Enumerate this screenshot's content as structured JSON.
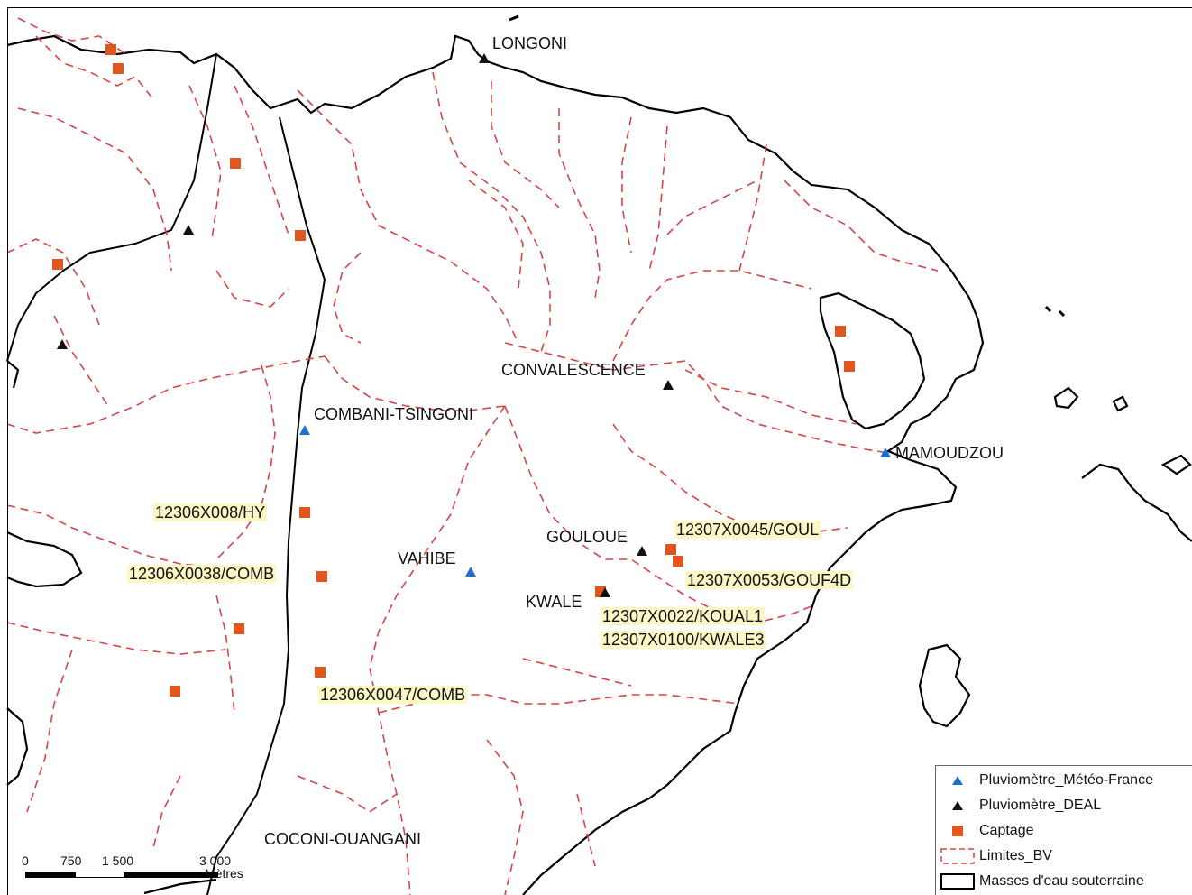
{
  "places": {
    "longoni": "LONGONI",
    "convalescence": "CONVALESCENCE",
    "combani": "COMBANI-TSINGONI",
    "mamoudzou": "MAMOUDZOU",
    "gouloue": "GOULOUE",
    "vahibe": "VAHIBE",
    "kwale": "KWALE",
    "coconi": "COCONI-OUANGANI"
  },
  "captages": {
    "hy": "12306X008/HY",
    "comb38": "12306X0038/COMB",
    "comb47": "12306X0047/COMB",
    "goul45": "12307X0045/GOUL",
    "gouf53": "12307X0053/GOUF4D",
    "koual22": "12307X0022/KOUAL1",
    "kwale100": "12307X0100/KWALE3"
  },
  "legend": {
    "meteo": "Pluviomètre_Météo-France",
    "deal": "Pluviomètre_DEAL",
    "captage": "Captage",
    "limites": "Limites_BV",
    "masses": "Masses d'eau souterraine"
  },
  "scale": {
    "t0": "0",
    "t1": "750",
    "t2": "1 500",
    "t3": "3 000",
    "unit": "Mètres"
  },
  "colors": {
    "meteo": "#1f6fd1",
    "deal": "#111111",
    "captage": "#e0561c",
    "limites": "#d64545",
    "masses": "#000000"
  }
}
